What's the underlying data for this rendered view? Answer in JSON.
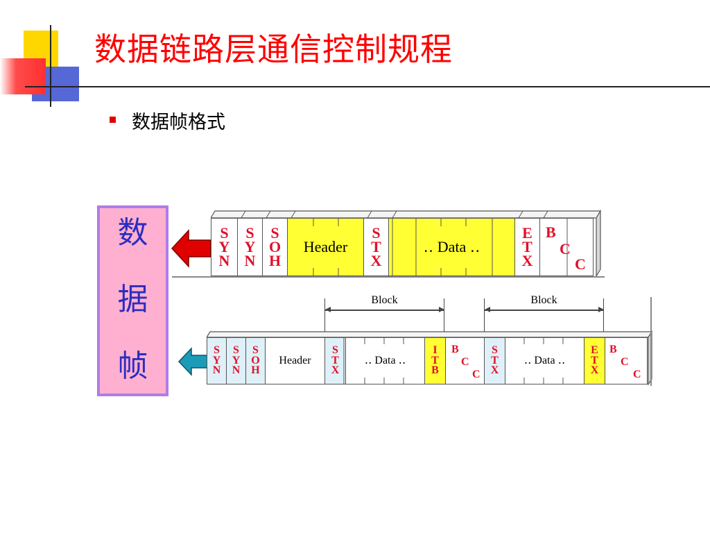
{
  "slide": {
    "title": "数据链路层通信控制规程",
    "bullet": "数据帧格式",
    "side_label": [
      "数",
      "据",
      "帧"
    ]
  },
  "diagram": {
    "row1": {
      "cells": [
        {
          "lines": [
            "S",
            "Y",
            "N"
          ],
          "fill": "white"
        },
        {
          "lines": [
            "S",
            "Y",
            "N"
          ],
          "fill": "white"
        },
        {
          "lines": [
            "S",
            "O",
            "H"
          ],
          "fill": "white"
        },
        {
          "text": "Header",
          "fill": "yellow"
        },
        {
          "lines": [
            "S",
            "T",
            "X"
          ],
          "fill": "white"
        },
        {
          "text": "‥ Data ‥",
          "fill": "yellow"
        },
        {
          "lines": [
            "E",
            "T",
            "X"
          ],
          "fill": "white"
        },
        {
          "lines": [
            "B",
            "C",
            "C"
          ],
          "fill": "white"
        }
      ]
    },
    "row2": {
      "blocks": [
        "Block",
        "Block"
      ],
      "cells": [
        {
          "lines": [
            "S",
            "Y",
            "N"
          ],
          "fill": "cyan"
        },
        {
          "lines": [
            "S",
            "Y",
            "N"
          ],
          "fill": "cyan"
        },
        {
          "lines": [
            "S",
            "O",
            "H"
          ],
          "fill": "cyan"
        },
        {
          "text": "Header",
          "fill": "white"
        },
        {
          "lines": [
            "S",
            "T",
            "X"
          ],
          "fill": "cyan"
        },
        {
          "text": "‥ Data ‥",
          "fill": "white"
        },
        {
          "lines": [
            "I",
            "T",
            "B"
          ],
          "fill": "yellow"
        },
        {
          "lines": [
            "B",
            "C",
            "C"
          ],
          "fill": "white"
        },
        {
          "lines": [
            "S",
            "T",
            "X"
          ],
          "fill": "cyan"
        },
        {
          "text": "‥ Data ‥",
          "fill": "white"
        },
        {
          "lines": [
            "E",
            "T",
            "X"
          ],
          "fill": "yellow"
        },
        {
          "lines": [
            "B",
            "C",
            "C"
          ],
          "fill": "white"
        }
      ]
    }
  },
  "colors": {
    "title": "#ff0000",
    "field_code": "#e0102a",
    "arrow_row1": "#e00000",
    "arrow_row2": "#1a9bb8",
    "side_label_bg": "#ffb0d0",
    "side_label_border": "#b07ce8",
    "side_label_text": "#2d2dbf"
  }
}
